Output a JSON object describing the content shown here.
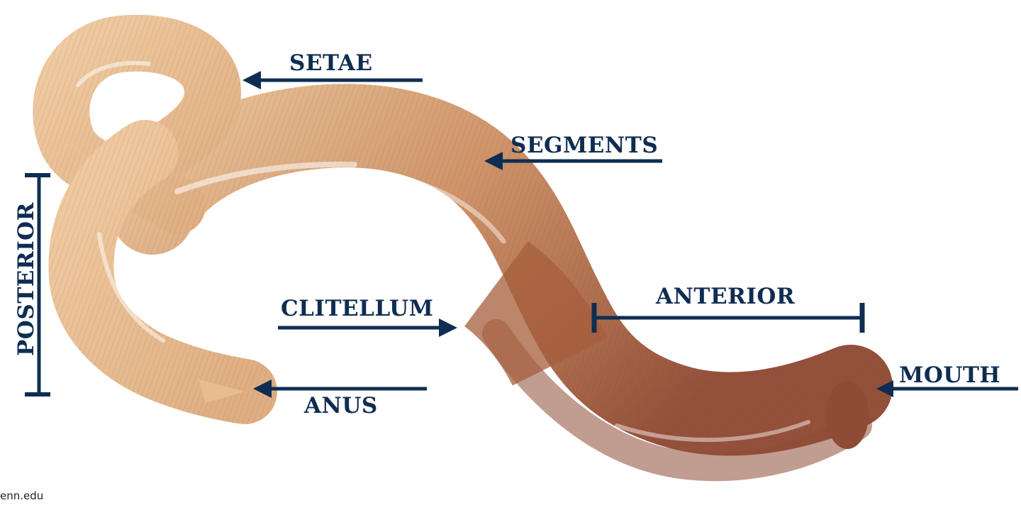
{
  "colors": {
    "label": "#0f2d52",
    "background": "#ffffff",
    "worm_light": "#e6bd92",
    "worm_mid": "#cf9468",
    "worm_dark": "#8e4b35",
    "clitellum": "#a65e3c"
  },
  "labels": {
    "setae": "SETAE",
    "segments": "SEGMENTS",
    "clitellum": "CLITELLUM",
    "anterior": "ANTERIOR",
    "posterior": "POSTERIOR",
    "mouth": "MOUTH",
    "anus": "ANUS"
  },
  "credit": "enn.edu",
  "icons": [
    "arrow-left-icon",
    "arrow-right-icon",
    "bracket-icon"
  ]
}
